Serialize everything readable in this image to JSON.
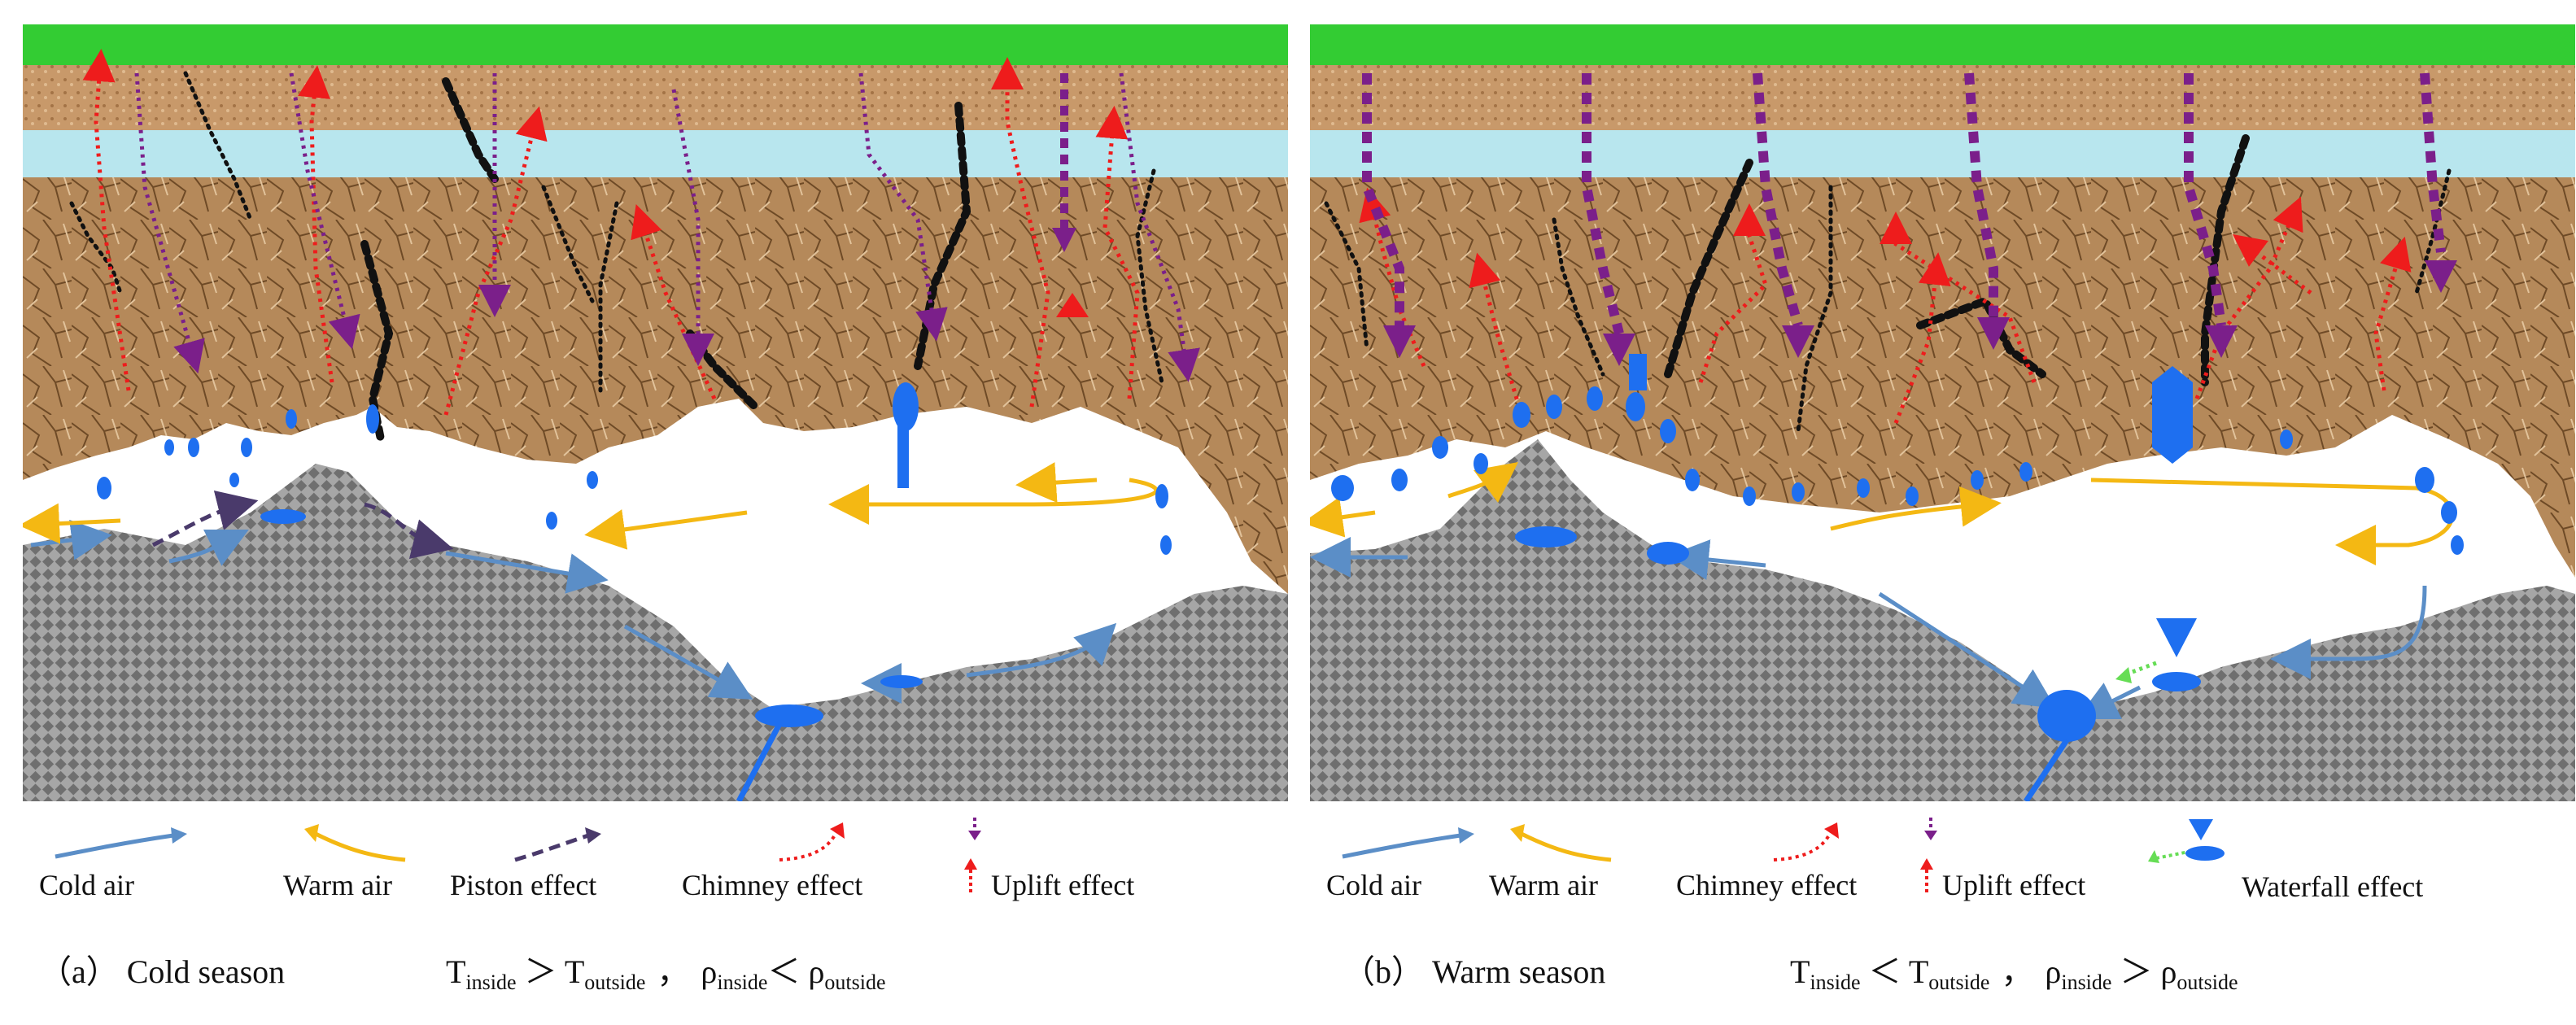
{
  "panels": [
    {
      "id": "a",
      "season_label": "（a） Cold season",
      "formula": {
        "t_symbol": "T",
        "inside_sub": "inside",
        "outside_sub": "outside",
        "t_relation": "＞",
        "separator": "，",
        "rho_symbol": "ρ",
        "rho_relation": "＜"
      },
      "legend": [
        {
          "label": "Cold  air",
          "icon": "cold-air-arrow-icon"
        },
        {
          "label": "Warm air",
          "icon": "warm-air-arrow-icon"
        },
        {
          "label": "Piston effect",
          "icon": "piston-effect-arrow-icon"
        },
        {
          "label": "Chimney effect",
          "icon": "chimney-effect-arrow-icon"
        },
        {
          "label": "Uplift  effect",
          "icon": "uplift-effect-arrows-icon"
        }
      ]
    },
    {
      "id": "b",
      "season_label": "（b） Warm season",
      "formula": {
        "t_symbol": "T",
        "inside_sub": "inside",
        "outside_sub": "outside",
        "t_relation": "＜",
        "separator": "，",
        "rho_symbol": "ρ",
        "rho_relation": "＞"
      },
      "legend": [
        {
          "label": "Cold  air",
          "icon": "cold-air-arrow-icon"
        },
        {
          "label": "Warm air",
          "icon": "warm-air-arrow-icon"
        },
        {
          "label": "Chimney effect",
          "icon": "chimney-effect-arrow-icon"
        },
        {
          "label": "Uplift  effect",
          "icon": "uplift-effect-arrows-icon"
        },
        {
          "label": "Waterfall effect",
          "icon": "waterfall-effect-icon"
        }
      ]
    }
  ],
  "colors": {
    "grass": "#33cc33",
    "soil": "#c49466",
    "water_layer": "#b8e6ee",
    "rock": "#b08455",
    "floor": "#9a9a9a",
    "cold_air": "#5b8ec7",
    "warm_air": "#f4b813",
    "piston": "#4a3a6b",
    "chimney": "#ee1c1c",
    "uplift": "#7b1f8a",
    "water_drop": "#1e6ff0",
    "waterfall_green": "#66dd55",
    "fissure": "#111111"
  }
}
